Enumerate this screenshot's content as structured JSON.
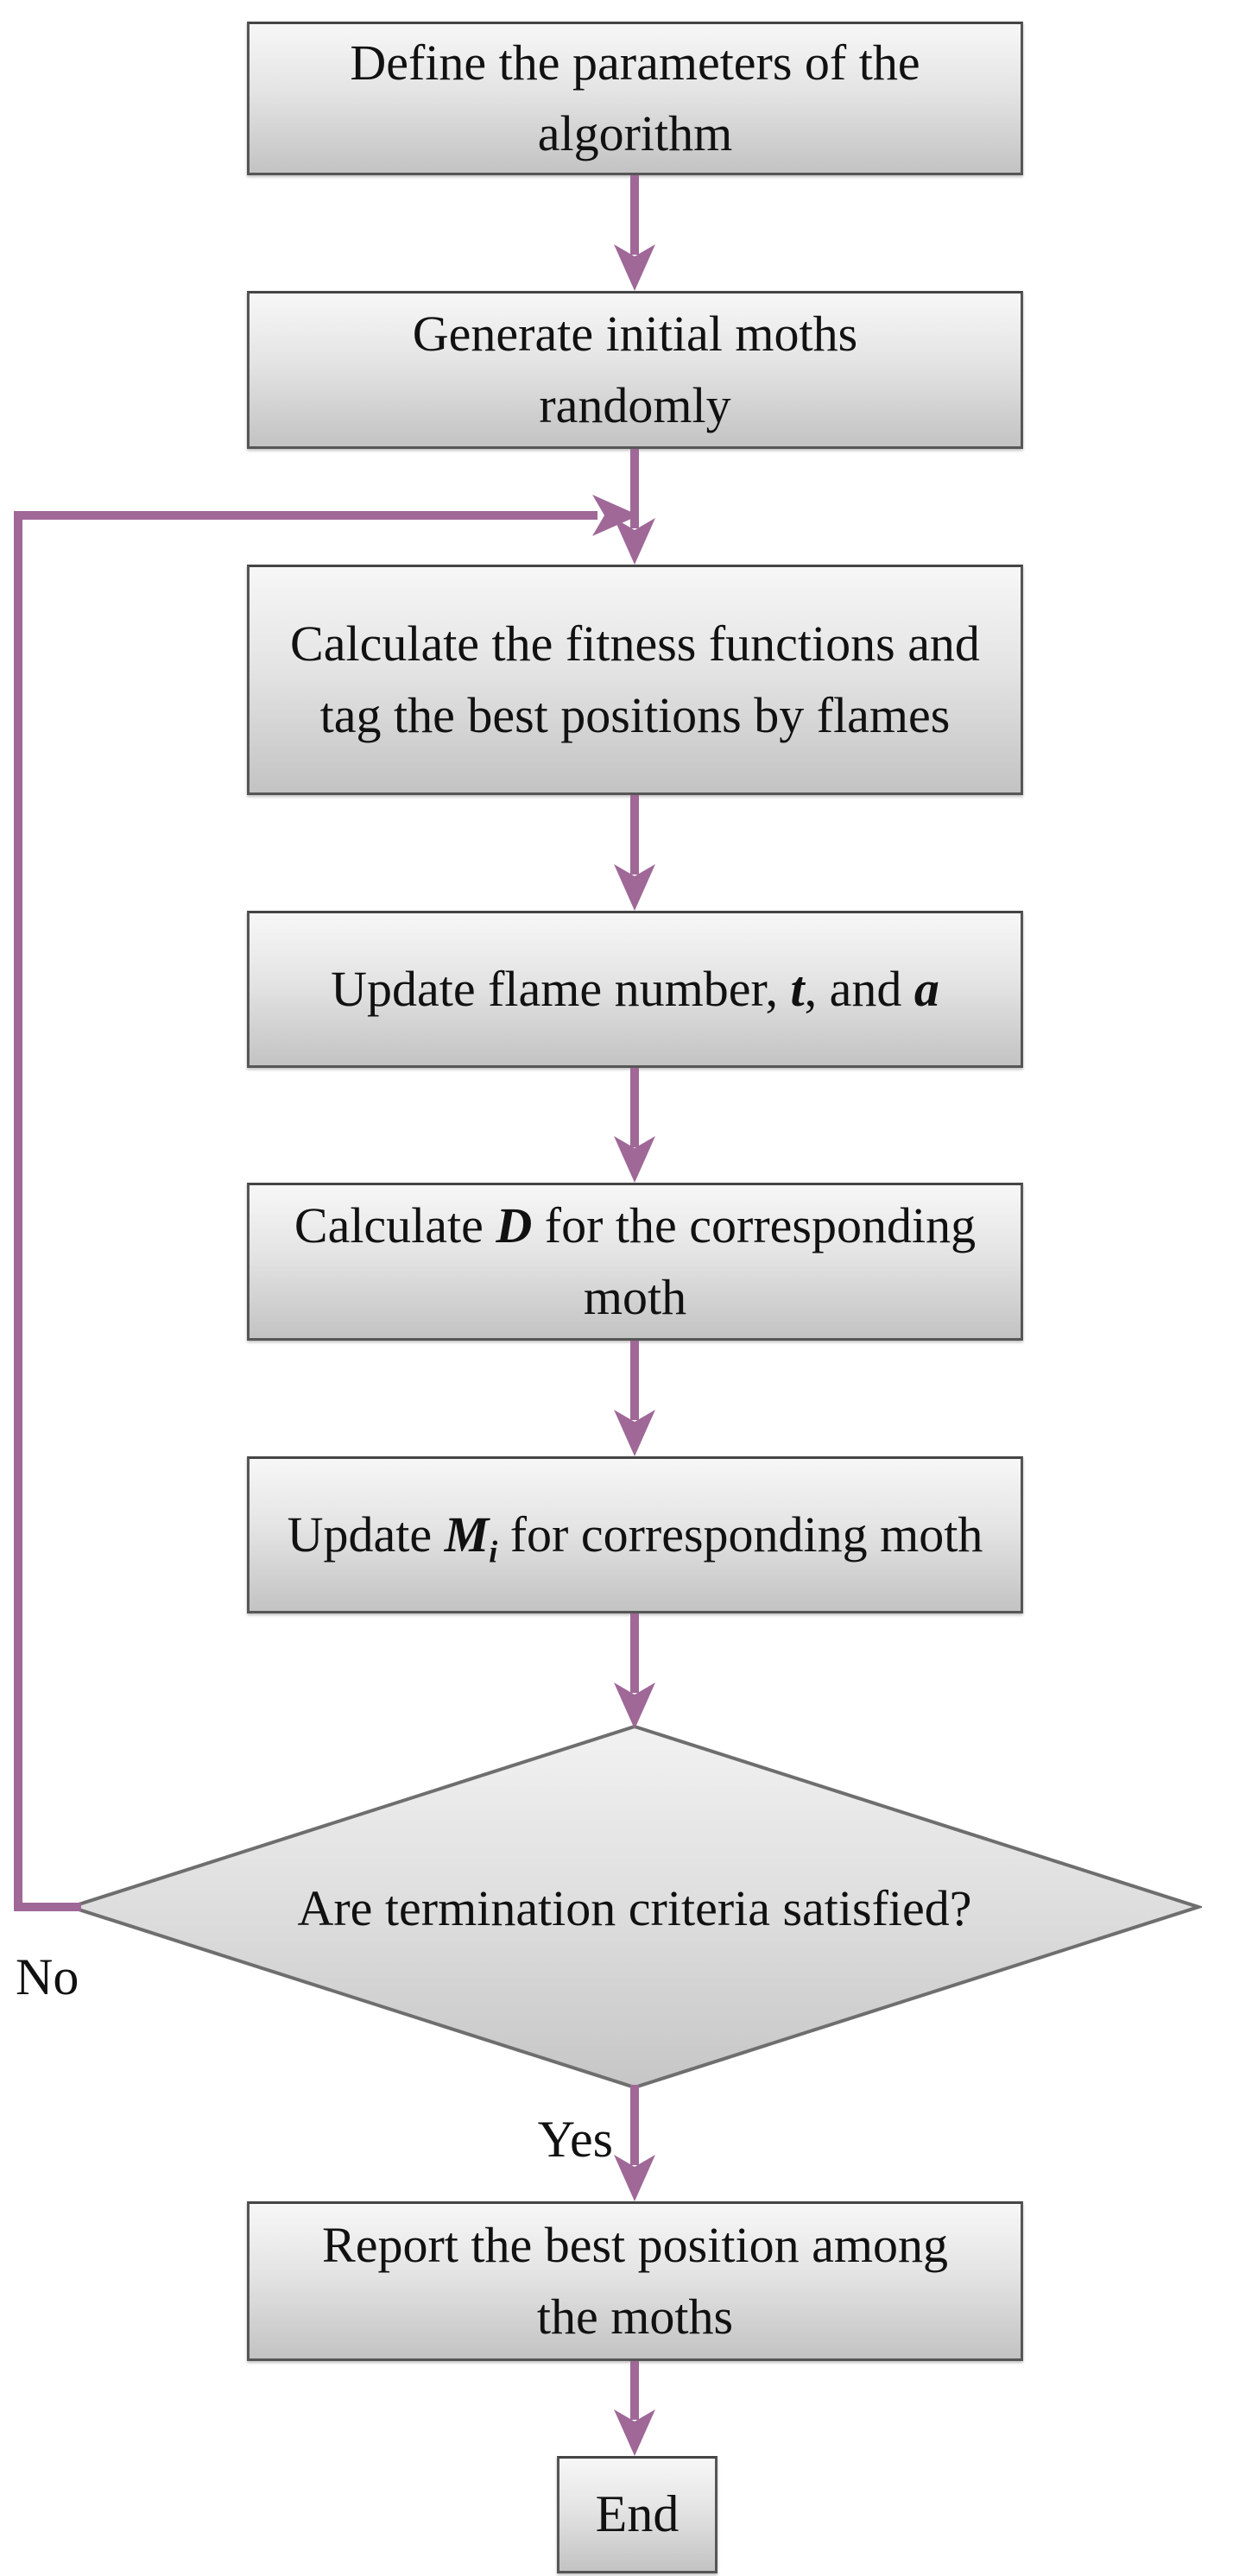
{
  "title": "Moth-Flame Optimization algorithm flowchart",
  "colors": {
    "accent": "#9f6897",
    "box_border": "#565656",
    "box_fill_top": "#f7f7f7",
    "box_fill_bottom": "#c3c3c3",
    "diamond_border": "#6e6e6e",
    "text": "#111111"
  },
  "nodes": {
    "define": {
      "text": "Define the parameters of the algorithm"
    },
    "generate": {
      "text": "Generate initial moths randomly"
    },
    "fitness": {
      "text": "Calculate the fitness functions and tag the best positions by flames"
    },
    "update_flame": {
      "pre": "Update flame number, ",
      "t": "t",
      "mid": ", and ",
      "a": "a"
    },
    "calc_d": {
      "pre": "Calculate ",
      "d": "D",
      "post": " for the corresponding moth"
    },
    "update_m": {
      "pre": "Update ",
      "m": "M",
      "sub": "i",
      "post": " for corresponding moth"
    },
    "decision": {
      "text": "Are termination criteria satisfied?"
    },
    "report": {
      "text": "Report the best position among the moths"
    },
    "end": {
      "text": "End"
    }
  },
  "labels": {
    "no": "No",
    "yes": "Yes"
  }
}
